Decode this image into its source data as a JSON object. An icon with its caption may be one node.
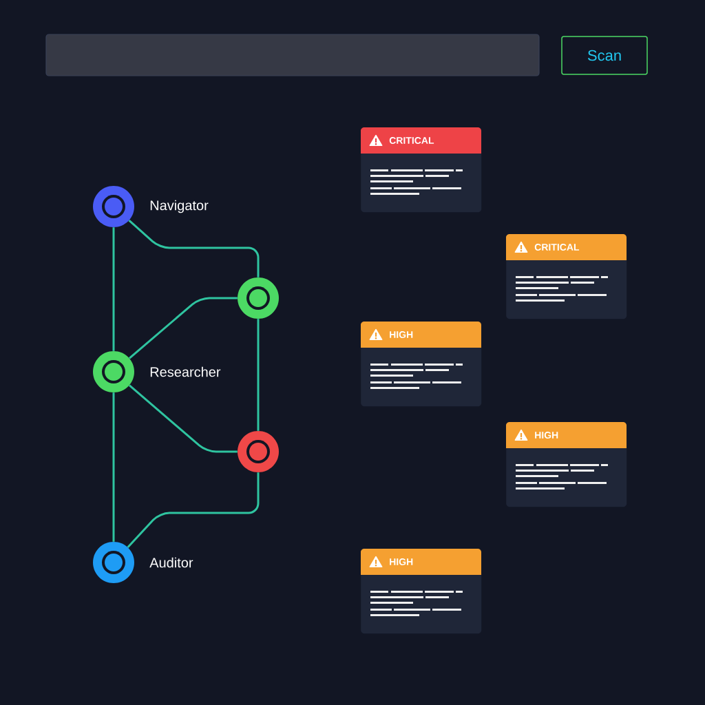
{
  "diagram": {
    "nodes": [
      {
        "text": [
          "Scan"
        ]
      },
      {
        "text": [],
        "shape": "circle",
        "beside": [
          "Navigator"
        ]
      },
      {
        "text": [],
        "shape": "circle"
      },
      {
        "text": [],
        "shape": "circle",
        "beside": [
          "Researcher"
        ]
      },
      {
        "text": [],
        "shape": "circle"
      },
      {
        "text": [],
        "shape": "circle",
        "beside": [
          "Auditor"
        ]
      },
      {
        "text": [
          "CRITICAL"
        ]
      },
      {
        "text": [
          "CRITICAL"
        ]
      },
      {
        "text": [
          "HIGH"
        ]
      },
      {
        "text": [
          "HIGH"
        ]
      },
      {
        "text": [
          "HIGH"
        ]
      }
    ],
    "edges": [
      {
        "from": 1,
        "to": 2,
        "arrow": "none"
      },
      {
        "from": 1,
        "to": 3,
        "arrow": "none"
      },
      {
        "from": 3,
        "to": 2,
        "arrow": "none"
      },
      {
        "from": 3,
        "to": 4,
        "arrow": "none"
      },
      {
        "from": 2,
        "to": 4,
        "arrow": "none"
      },
      {
        "from": 3,
        "to": 5,
        "arrow": "none"
      },
      {
        "from": 4,
        "to": 5,
        "arrow": "none"
      }
    ]
  }
}
